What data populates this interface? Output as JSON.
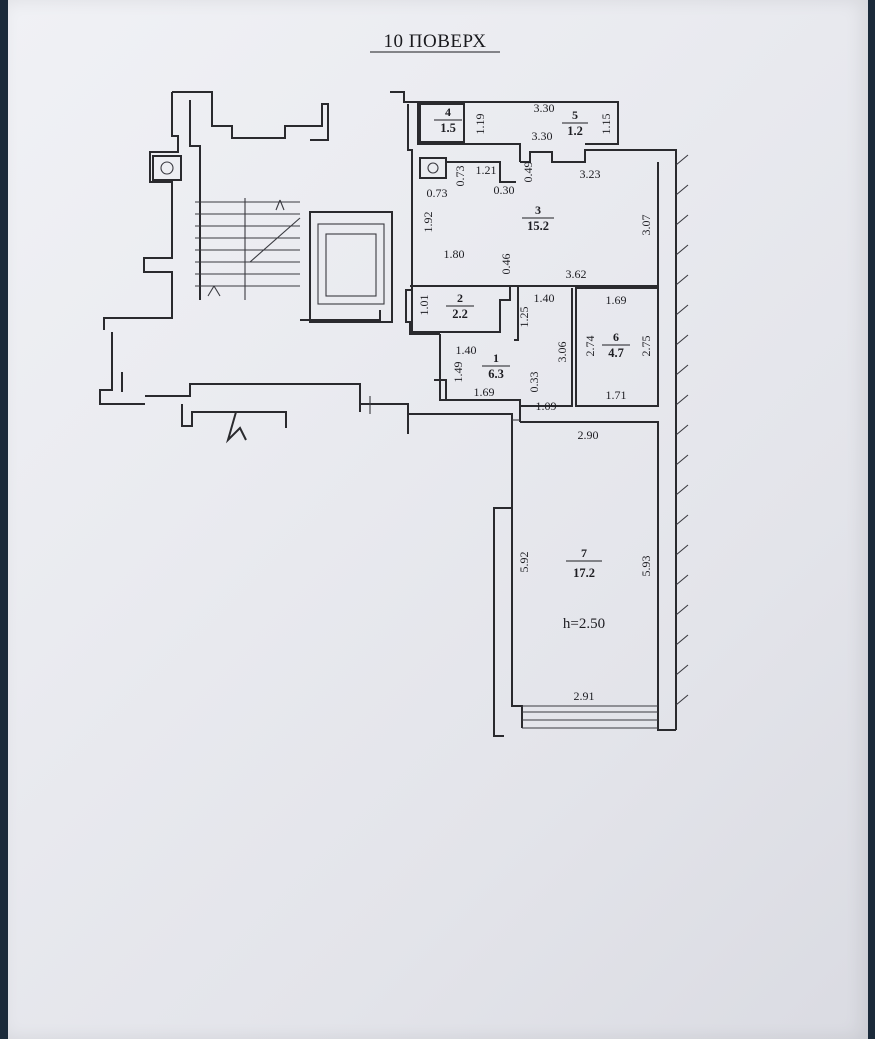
{
  "title": "10 ПОВЕРХ",
  "rooms": [
    {
      "id": "room-1",
      "number": "1",
      "area": "6.3"
    },
    {
      "id": "room-2",
      "number": "2",
      "area": "2.2"
    },
    {
      "id": "room-3",
      "number": "3",
      "area": "15.2"
    },
    {
      "id": "room-4",
      "number": "4",
      "area": "1.5"
    },
    {
      "id": "room-5",
      "number": "5",
      "area": "1.2"
    },
    {
      "id": "room-6",
      "number": "6",
      "area": "4.7"
    },
    {
      "id": "room-7",
      "number": "7",
      "area": "17.2"
    }
  ],
  "ceiling_height": "h=2.50",
  "dimensions": {
    "d5_top": "3.30",
    "d5_bottom": "3.30",
    "d5_right": "1.15",
    "d4_right": "1.19",
    "d3_a": "0.73",
    "d3_b": "1.21",
    "d3_c": "0.73",
    "d3_d": "0.30",
    "d3_e": "0.49",
    "d3_top": "3.23",
    "d3_left": "1.92",
    "d3_right": "3.07",
    "d3_f": "1.80",
    "d3_g": "0.46",
    "d3_bottom": "3.62",
    "d2_left": "1.01",
    "d2_right": "1.25",
    "d1_top": "1.40",
    "d1_a": "1.40",
    "d1_left": "1.49",
    "d1_b": "0.33",
    "d1_right": "3.06",
    "d1_bottom": "1.69",
    "d1_c": "1.09",
    "d6_top": "1.69",
    "d6_left": "2.74",
    "d6_right": "2.75",
    "d6_bottom": "1.71",
    "d7_top": "2.90",
    "d7_left": "5.92",
    "d7_right": "5.93",
    "d7_bottom": "2.91"
  }
}
